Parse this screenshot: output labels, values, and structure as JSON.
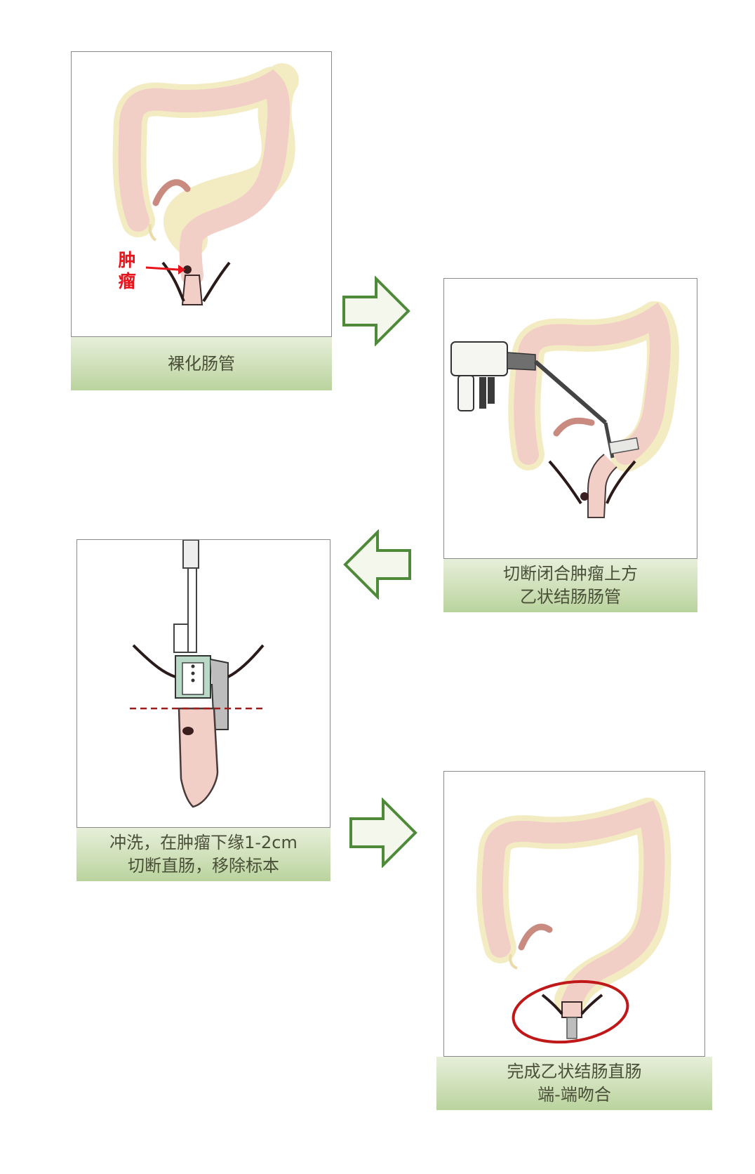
{
  "steps": [
    {
      "lines": [
        "裸化肠管"
      ]
    },
    {
      "lines": [
        "切断闭合肿瘤上方",
        "乙状结肠肠管"
      ]
    },
    {
      "lines": [
        "冲洗，在肿瘤下缘1-2cm",
        "切断直肠，移除标本"
      ]
    },
    {
      "lines": [
        "完成乙状结肠直肠",
        "端-端吻合"
      ]
    }
  ],
  "tumor_label": [
    "肿",
    "瘤"
  ],
  "colors": {
    "colon_fill": "#f2cfc6",
    "colon_outline": "#f3ecc3",
    "arrow_green": "#4f8a3a",
    "tumor_marker": "#e8141b",
    "anastomosis_circle": "#c01818",
    "cut_line": "#a01c1c"
  }
}
